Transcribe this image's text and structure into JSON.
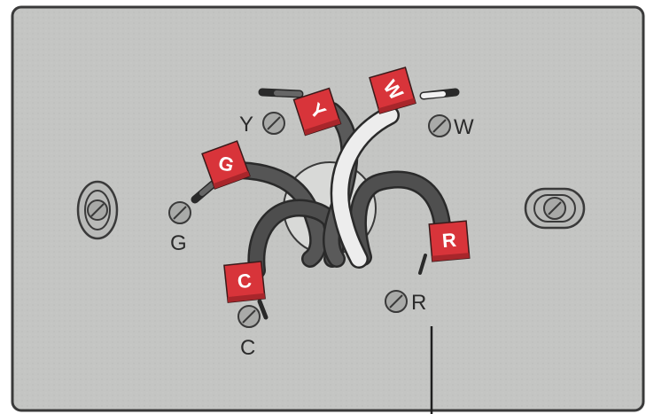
{
  "colors": {
    "plate": "#c4c5c3",
    "plate_border": "#3a3a3a",
    "tag": "#d8343a",
    "tag_shade": "#a8262b",
    "wire_dark": "#4a4a4a",
    "wire_white": "#ededed",
    "screw": "#9e9f9d"
  },
  "terminals": {
    "y": "Y",
    "w": "W",
    "g": "G",
    "c": "C",
    "r": "R"
  },
  "tags": {
    "y": "Y",
    "w": "W",
    "g": "G",
    "c": "C",
    "r": "R"
  }
}
